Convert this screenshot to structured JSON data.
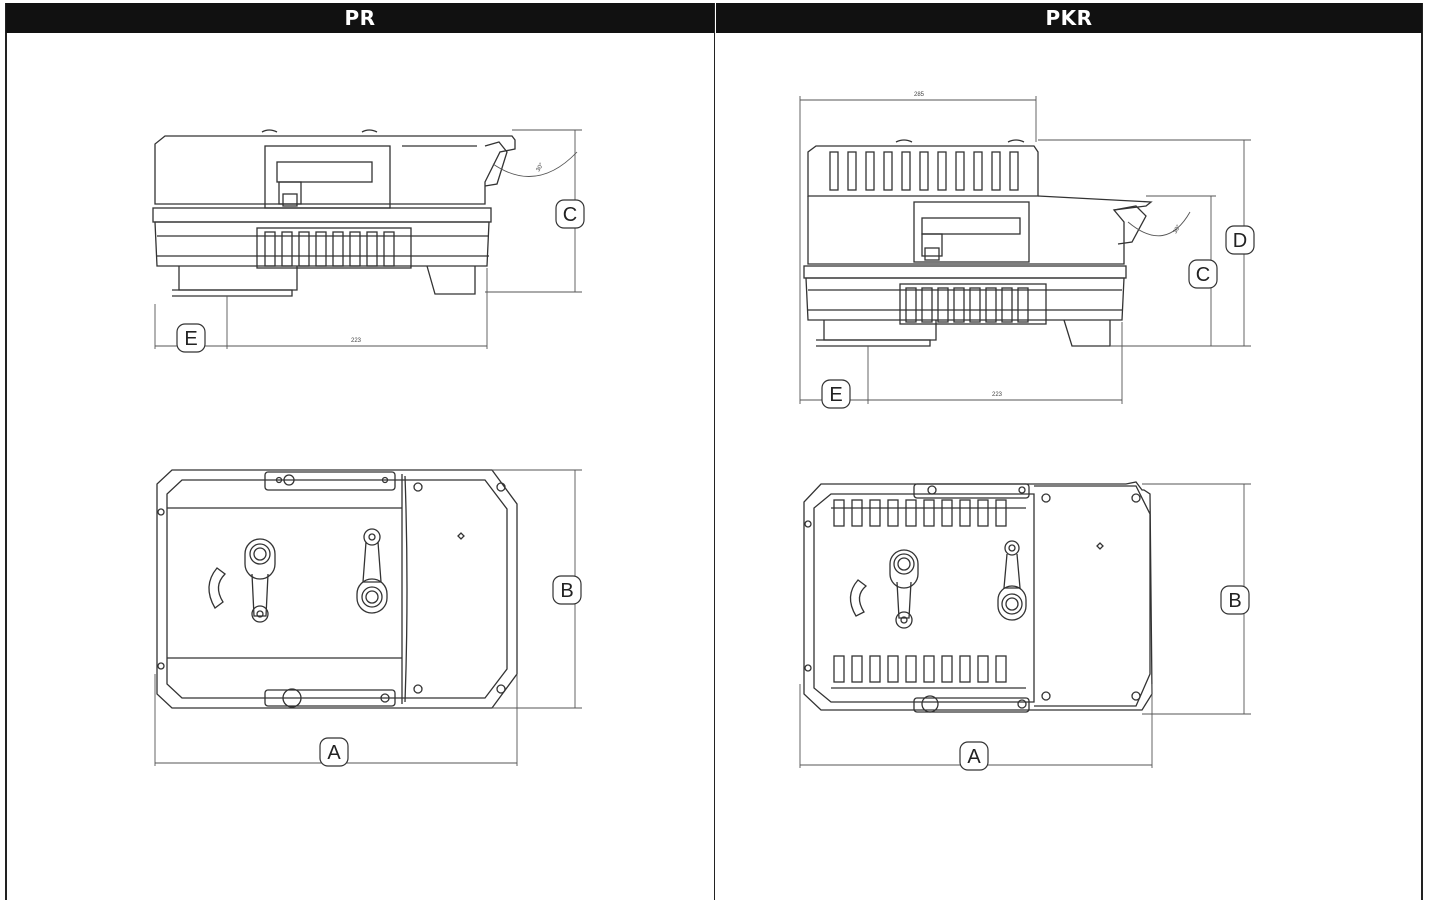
{
  "panels": [
    {
      "title": "PR",
      "labels": {
        "A": "A",
        "B": "B",
        "C": "C",
        "E": "E"
      },
      "dim_223": "223",
      "angle": "30°"
    },
    {
      "title": "PKR",
      "labels": {
        "A": "A",
        "B": "B",
        "C": "C",
        "D": "D",
        "E": "E"
      },
      "dim_223": "223",
      "dim_top": "285",
      "angle": "30°"
    }
  ],
  "colors": {
    "header_bg": "#111111",
    "header_text": "#ffffff",
    "line": "#333333"
  }
}
